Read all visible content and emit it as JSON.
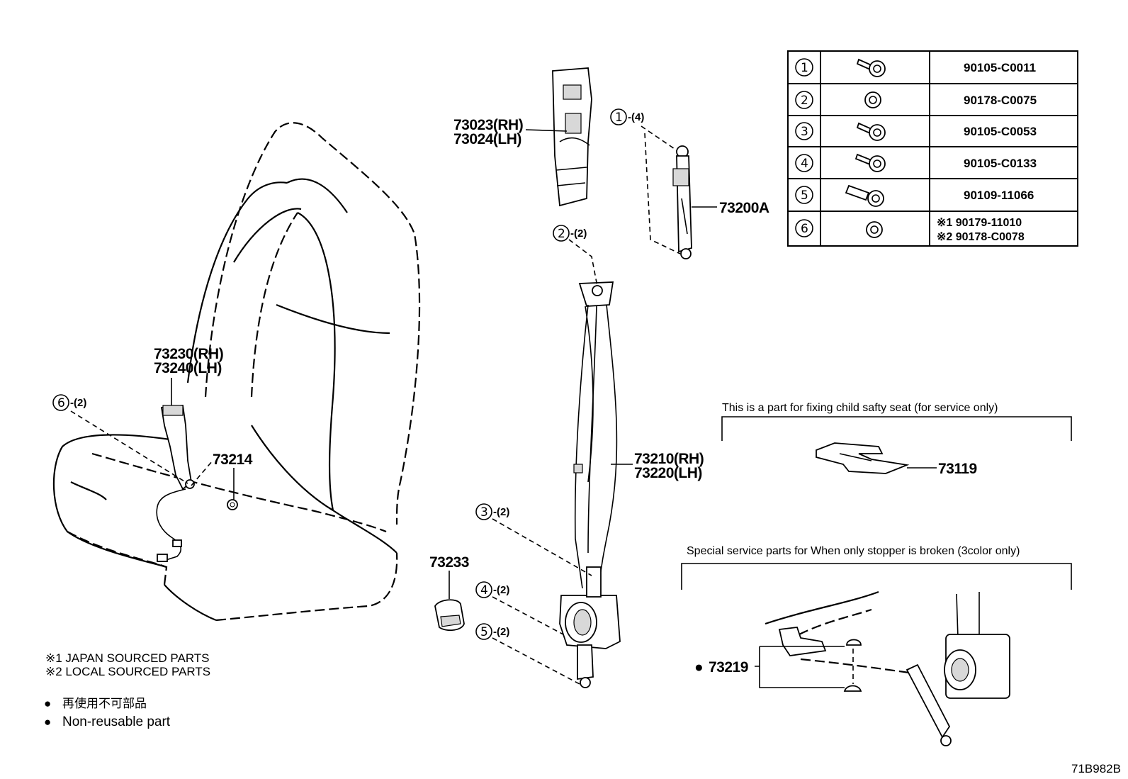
{
  "diagram_code": "71B982B",
  "callouts": {
    "pillar_trim": {
      "line1": "73023(RH)",
      "line2": "73024(LH)"
    },
    "anchor_rail": "73200A",
    "buckle": {
      "line1": "73230(RH)",
      "line2": "73240(LH)"
    },
    "buckle_cover": "73214",
    "belt_assy": {
      "line1": "73210(RH)",
      "line2": "73220(LH)"
    },
    "retractor_cover": "73233",
    "child_seat_part": "73119",
    "stopper_part": "73219"
  },
  "fastener_refs": {
    "f1": {
      "num": "1",
      "count": "-(4)"
    },
    "f2": {
      "num": "2",
      "count": "-(2)"
    },
    "f3": {
      "num": "3",
      "count": "-(2)"
    },
    "f4": {
      "num": "4",
      "count": "-(2)"
    },
    "f5": {
      "num": "5",
      "count": "-(2)"
    },
    "f6": {
      "num": "6",
      "count": "-(2)"
    }
  },
  "fastener_table": {
    "rows": [
      {
        "num": "1",
        "icon": "bolt-icon",
        "part": "90105-C0011"
      },
      {
        "num": "2",
        "icon": "nut-icon",
        "part": "90178-C0075"
      },
      {
        "num": "3",
        "icon": "bolt-icon",
        "part": "90105-C0053"
      },
      {
        "num": "4",
        "icon": "bolt-icon",
        "part": "90105-C0133"
      },
      {
        "num": "5",
        "icon": "shoulder-bolt-icon",
        "part": "90109-11066"
      },
      {
        "num": "6",
        "icon": "nut-icon",
        "part_line1": "※1  90179-11010",
        "part_line2": "※2  90178-C0078"
      }
    ]
  },
  "child_seat_caption": "This is a part for fixing child safty seat  (for service only)",
  "stopper_caption": "Special service parts for When only stopper is broken (3color only)",
  "notes": {
    "japan": "※1 JAPAN SOURCED PARTS",
    "local": "※2 LOCAL SOURCED PARTS"
  },
  "legend": {
    "marker": "●",
    "japanese": "再使用不可部品",
    "english": "Non-reusable part"
  },
  "stopper_marker": "●"
}
